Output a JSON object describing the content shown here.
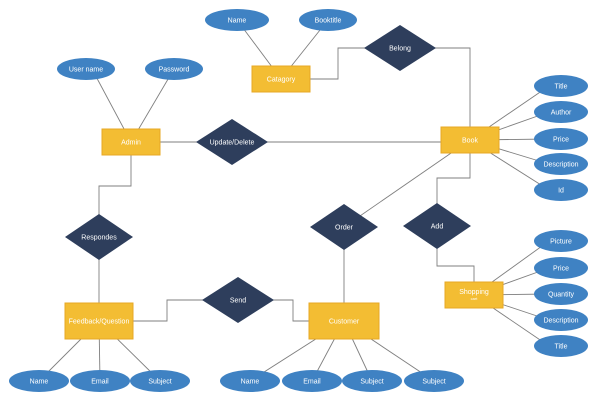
{
  "colors": {
    "entity": "#f3bd33",
    "entity_border": "#e7a826",
    "relationship": "#2e3e5c",
    "attribute": "#3f82c3",
    "edge": "#7f7f7f",
    "text": "#ffffff"
  },
  "entities": {
    "category": "Catagory",
    "admin": "Admin",
    "book": "Book",
    "feedback": "Feedback/Question",
    "customer": "Customer",
    "shopping": "Shopping\ncart"
  },
  "relationships": {
    "belong": "Belong",
    "update": "Update/Delete",
    "respondes": "Respondes",
    "order": "Order",
    "add": "Add",
    "send": "Send"
  },
  "attributes": {
    "category_name": "Name",
    "category_booktitle": "Booktitle",
    "admin_username": "User name",
    "admin_password": "Password",
    "book_title": "Title",
    "book_author": "Author",
    "book_price": "Price",
    "book_description": "Description",
    "book_id": "Id",
    "cart_picture": "Picture",
    "cart_price": "Price",
    "cart_quantity": "Quantity",
    "cart_description": "Description",
    "cart_title": "Title",
    "feedback_name": "Name",
    "feedback_email": "Email",
    "feedback_subject": "Subject",
    "customer_name": "Name",
    "customer_email": "Email",
    "customer_subject1": "Subject",
    "customer_subject2": "Subject"
  }
}
